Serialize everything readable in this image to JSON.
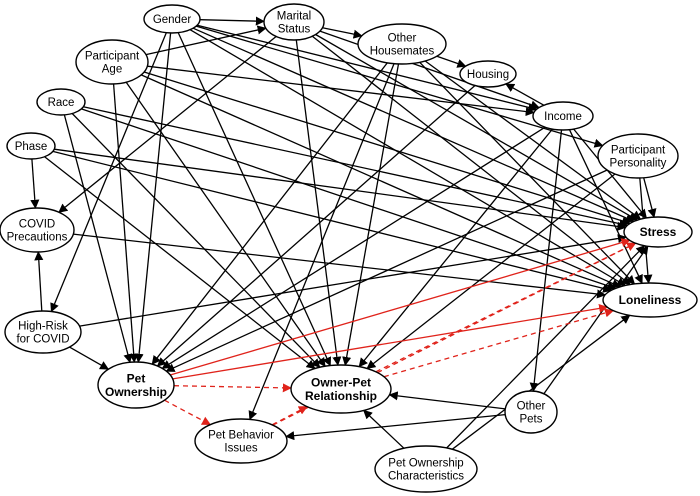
{
  "diagram": {
    "colors": {
      "line": "#000000",
      "highlight": "#e0231b"
    },
    "nodes": [
      {
        "id": "gender",
        "lines": [
          "Gender"
        ],
        "bold": false
      },
      {
        "id": "marital",
        "lines": [
          "Marital",
          "Status"
        ],
        "bold": false
      },
      {
        "id": "housemates",
        "lines": [
          "Other",
          "Housemates"
        ],
        "bold": false
      },
      {
        "id": "age",
        "lines": [
          "Participant",
          "Age"
        ],
        "bold": false
      },
      {
        "id": "housing",
        "lines": [
          "Housing"
        ],
        "bold": false
      },
      {
        "id": "race",
        "lines": [
          "Race"
        ],
        "bold": false
      },
      {
        "id": "income",
        "lines": [
          "Income"
        ],
        "bold": false
      },
      {
        "id": "phase",
        "lines": [
          "Phase"
        ],
        "bold": false
      },
      {
        "id": "personality",
        "lines": [
          "Participant",
          "Personality"
        ],
        "bold": false
      },
      {
        "id": "covidprec",
        "lines": [
          "COVID",
          "Precautions"
        ],
        "bold": false
      },
      {
        "id": "stress",
        "lines": [
          "Stress"
        ],
        "bold": true
      },
      {
        "id": "loneliness",
        "lines": [
          "Loneliness"
        ],
        "bold": true
      },
      {
        "id": "highrisk",
        "lines": [
          "High-Risk",
          "for COVID"
        ],
        "bold": false
      },
      {
        "id": "petown",
        "lines": [
          "Pet",
          "Ownership"
        ],
        "bold": true
      },
      {
        "id": "ownerpet",
        "lines": [
          "Owner-Pet",
          "Relationship"
        ],
        "bold": true
      },
      {
        "id": "otherpets",
        "lines": [
          "Other",
          "Pets"
        ],
        "bold": false
      },
      {
        "id": "petbehav",
        "lines": [
          "Pet Behavior",
          "Issues"
        ],
        "bold": false
      },
      {
        "id": "petchar",
        "lines": [
          "Pet Ownership",
          "Characteristics"
        ],
        "bold": false
      }
    ],
    "edges": [
      {
        "from": "gender",
        "to": "marital",
        "style": "solid"
      },
      {
        "from": "gender",
        "to": "income",
        "style": "solid"
      },
      {
        "from": "gender",
        "to": "personality",
        "style": "solid"
      },
      {
        "from": "gender",
        "to": "stress",
        "style": "solid"
      },
      {
        "from": "gender",
        "to": "loneliness",
        "style": "solid"
      },
      {
        "from": "gender",
        "to": "petown",
        "style": "solid"
      },
      {
        "from": "gender",
        "to": "ownerpet",
        "style": "solid"
      },
      {
        "from": "gender",
        "to": "highrisk",
        "style": "solid"
      },
      {
        "from": "marital",
        "to": "housemates",
        "style": "solid"
      },
      {
        "from": "marital",
        "to": "income",
        "style": "solid"
      },
      {
        "from": "marital",
        "to": "stress",
        "style": "solid"
      },
      {
        "from": "marital",
        "to": "loneliness",
        "style": "solid"
      },
      {
        "from": "marital",
        "to": "ownerpet",
        "style": "solid"
      },
      {
        "from": "marital",
        "to": "covidprec",
        "style": "solid"
      },
      {
        "from": "housemates",
        "to": "housing",
        "style": "solid"
      },
      {
        "from": "housemates",
        "to": "stress",
        "style": "solid"
      },
      {
        "from": "housemates",
        "to": "loneliness",
        "style": "solid"
      },
      {
        "from": "housemates",
        "to": "petown",
        "style": "solid"
      },
      {
        "from": "housemates",
        "to": "ownerpet",
        "style": "solid"
      },
      {
        "from": "housemates",
        "to": "petbehav",
        "style": "solid"
      },
      {
        "from": "age",
        "to": "marital",
        "style": "solid"
      },
      {
        "from": "age",
        "to": "income",
        "style": "solid"
      },
      {
        "from": "age",
        "to": "stress",
        "style": "solid"
      },
      {
        "from": "age",
        "to": "loneliness",
        "style": "solid"
      },
      {
        "from": "age",
        "to": "petown",
        "style": "solid"
      },
      {
        "from": "age",
        "to": "ownerpet",
        "style": "solid"
      },
      {
        "from": "income",
        "to": "housing",
        "style": "solid"
      },
      {
        "from": "income",
        "to": "stress",
        "style": "solid"
      },
      {
        "from": "income",
        "to": "loneliness",
        "style": "solid"
      },
      {
        "from": "income",
        "to": "petown",
        "style": "solid"
      },
      {
        "from": "income",
        "to": "ownerpet",
        "style": "solid"
      },
      {
        "from": "income",
        "to": "otherpets",
        "style": "solid"
      },
      {
        "from": "housing",
        "to": "petown",
        "style": "solid"
      },
      {
        "from": "race",
        "to": "stress",
        "style": "solid"
      },
      {
        "from": "race",
        "to": "loneliness",
        "style": "solid"
      },
      {
        "from": "race",
        "to": "petown",
        "style": "solid"
      },
      {
        "from": "race",
        "to": "ownerpet",
        "style": "solid"
      },
      {
        "from": "phase",
        "to": "covidprec",
        "style": "solid"
      },
      {
        "from": "phase",
        "to": "stress",
        "style": "solid"
      },
      {
        "from": "phase",
        "to": "loneliness",
        "style": "solid"
      },
      {
        "from": "phase",
        "to": "ownerpet",
        "style": "solid"
      },
      {
        "from": "personality",
        "to": "stress",
        "style": "solid"
      },
      {
        "from": "personality",
        "to": "loneliness",
        "style": "solid"
      },
      {
        "from": "personality",
        "to": "petown",
        "style": "solid"
      },
      {
        "from": "personality",
        "to": "ownerpet",
        "style": "solid"
      },
      {
        "from": "covidprec",
        "to": "loneliness",
        "style": "solid"
      },
      {
        "from": "highrisk",
        "to": "covidprec",
        "style": "solid"
      },
      {
        "from": "highrisk",
        "to": "petown",
        "style": "solid"
      },
      {
        "from": "highrisk",
        "to": "stress",
        "style": "solid"
      },
      {
        "from": "otherpets",
        "to": "ownerpet",
        "style": "solid"
      },
      {
        "from": "otherpets",
        "to": "petbehav",
        "style": "solid"
      },
      {
        "from": "otherpets",
        "to": "stress",
        "style": "solid"
      },
      {
        "from": "petchar",
        "to": "ownerpet",
        "style": "solid"
      },
      {
        "from": "petchar",
        "to": "loneliness",
        "style": "solid"
      },
      {
        "from": "petchar",
        "to": "stress",
        "style": "solid"
      },
      {
        "from": "petown",
        "to": "stress",
        "style": "red"
      },
      {
        "from": "petown",
        "to": "loneliness",
        "style": "red"
      },
      {
        "from": "petown",
        "to": "ownerpet",
        "style": "red-dashed"
      },
      {
        "from": "petown",
        "to": "petbehav",
        "style": "red-dashed"
      },
      {
        "from": "petbehav",
        "to": "ownerpet",
        "style": "red-dashed"
      },
      {
        "from": "ownerpet",
        "to": "stress",
        "style": "red-dashed"
      },
      {
        "from": "ownerpet",
        "to": "loneliness",
        "style": "red-dashed"
      },
      {
        "from": "petbehav",
        "to": "stress",
        "style": "red-dashed"
      }
    ]
  }
}
